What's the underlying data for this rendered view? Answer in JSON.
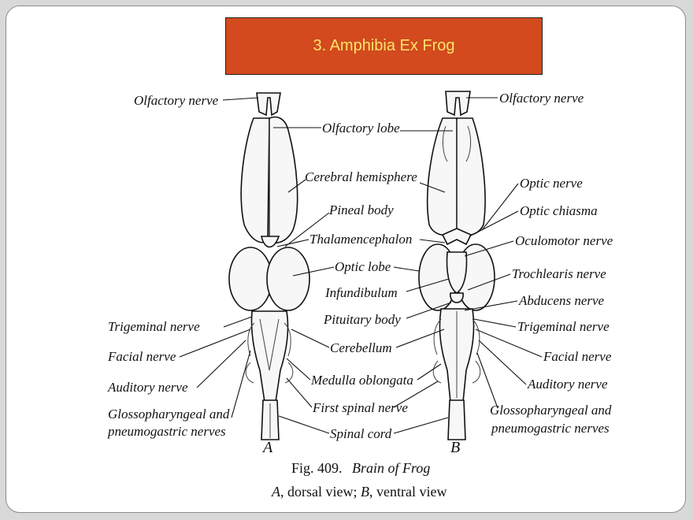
{
  "slide": {
    "title": "3. Amphibia Ex Frog"
  },
  "figure": {
    "view_a_letter": "A",
    "view_b_letter": "B",
    "caption_fig": "Fig. 409.",
    "caption_title": "Brain of Frog",
    "caption_a": "A",
    "caption_a_text": ", dorsal view; ",
    "caption_b": "B",
    "caption_b_text": ", ventral view"
  },
  "labels_left": {
    "olfactory_nerve": "Olfactory nerve",
    "trigeminal_nerve": "Trigeminal nerve",
    "facial_nerve": "Facial nerve",
    "auditory_nerve": "Auditory nerve",
    "glosso_line1": "Glossopharyngeal and",
    "glosso_line2": "pneumogastric nerves"
  },
  "labels_center": {
    "olfactory_lobe": "Olfactory lobe",
    "cerebral_hemisphere": "Cerebral hemisphere",
    "pineal_body": "Pineal body",
    "thalamencephalon": "Thalamencephalon",
    "optic_lobe": "Optic lobe",
    "infundibulum": "Infundibulum",
    "pituitary_body": "Pituitary body",
    "cerebellum": "Cerebellum",
    "medulla_oblongata": "Medulla oblongata",
    "first_spinal_nerve": "First spinal nerve",
    "spinal_cord": "Spinal cord"
  },
  "labels_right": {
    "olfactory_nerve": "Olfactory nerve",
    "optic_nerve": "Optic nerve",
    "optic_chiasma": "Optic chiasma",
    "oculomotor_nerve": "Oculomotor nerve",
    "trochlearis_nerve": "Trochlearis nerve",
    "abducens_nerve": "Abducens nerve",
    "trigeminal_nerve": "Trigeminal nerve",
    "facial_nerve": "Facial nerve",
    "auditory_nerve": "Auditory nerve",
    "glosso_line1": "Glossopharyngeal and",
    "glosso_line2": "pneumogastric nerves"
  },
  "colors": {
    "title_background": "#d24a1e",
    "title_text": "#ffe36a"
  }
}
